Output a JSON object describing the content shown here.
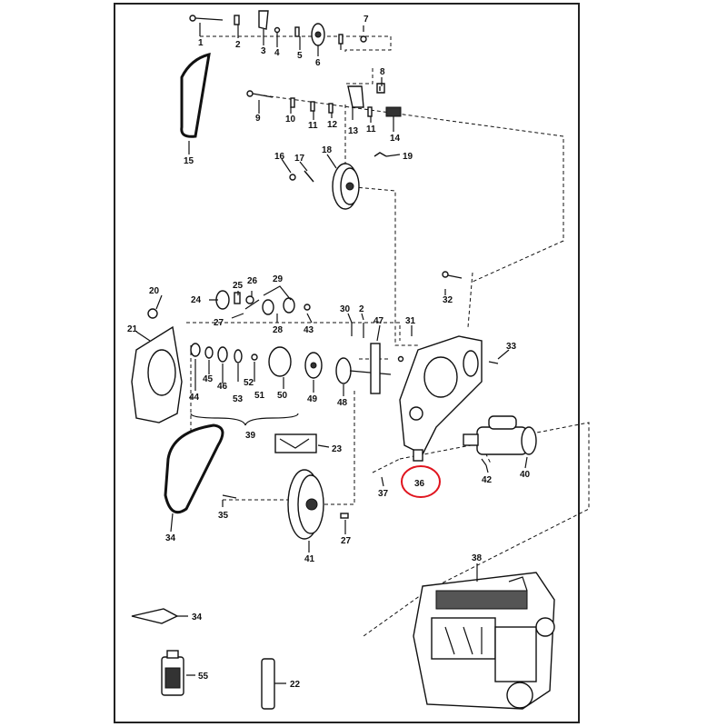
{
  "diagram": {
    "highlight_color": "#e0141e",
    "highlighted_label": "36",
    "labels": {
      "l1": "1",
      "l2": "2",
      "l3": "3",
      "l4": "4",
      "l5": "5",
      "l6": "6",
      "l7": "7",
      "l8": "8",
      "l9": "9",
      "l10": "10",
      "l11a": "11",
      "l12": "12",
      "l13": "13",
      "l11b": "11",
      "l14": "14",
      "l15": "15",
      "l16": "16",
      "l17": "17",
      "l18": "18",
      "l19": "19",
      "l20": "20",
      "l21": "21",
      "l24": "24",
      "l25": "25",
      "l26": "26",
      "l29": "29",
      "l27a": "27",
      "l28": "28",
      "l43": "43",
      "l30": "30",
      "l2b": "2",
      "l47": "47",
      "l31": "31",
      "l32": "32",
      "l33": "33",
      "l45": "45",
      "l46": "46",
      "l52": "52",
      "l44": "44",
      "l53": "53",
      "l51": "51",
      "l50": "50",
      "l49": "49",
      "l48": "48",
      "l39": "39",
      "l23": "23",
      "l37": "37",
      "l36": "36",
      "l42": "42",
      "l40": "40",
      "l34a": "34",
      "l35": "35",
      "l27b": "27",
      "l41": "41",
      "l38": "38",
      "l34b": "34",
      "l55": "55",
      "l22": "22"
    }
  }
}
